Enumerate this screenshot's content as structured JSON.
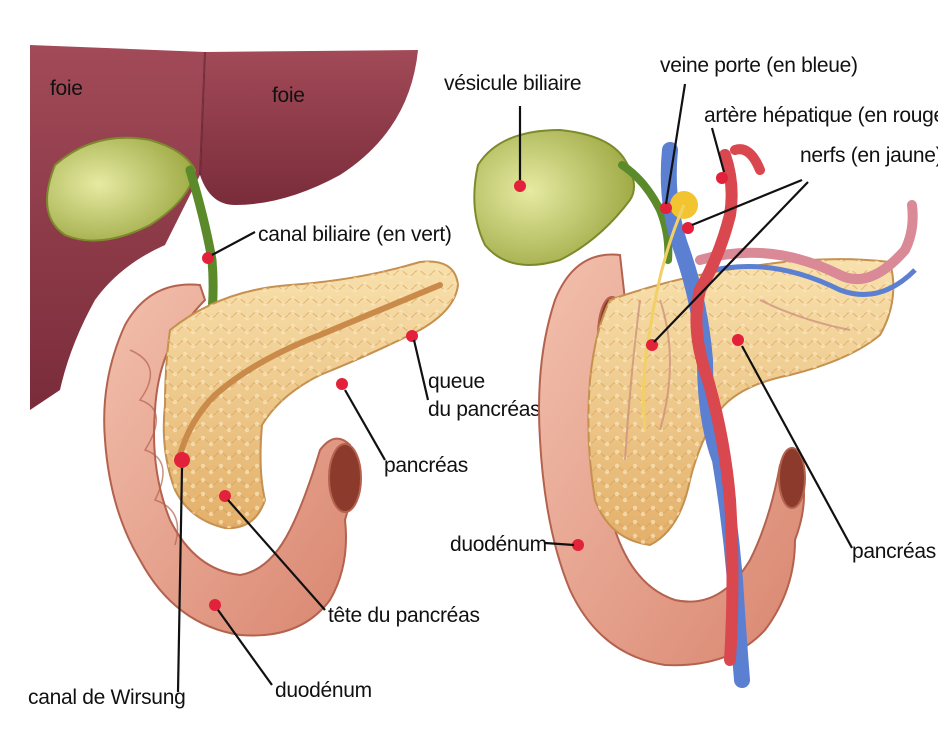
{
  "colors": {
    "liver": "#8e3a48",
    "liver_dark": "#6e2533",
    "gallbladder": "#b8c25a",
    "bile_duct": "#5b8a2a",
    "pancreas": "#f2cf8f",
    "pancreas_dark": "#d9a35e",
    "duodenum": "#e8a58f",
    "duodenum_dark": "#c9705a",
    "vein_blue": "#5b7fd1",
    "artery_red": "#d9474f",
    "nerve_yellow": "#f2c530",
    "marker_red": "#e2223a",
    "label_text": "#111111"
  },
  "left_figure": {
    "labels": {
      "foie_left": "foie",
      "foie_right": "foie",
      "canal_biliaire": "canal biliaire (en vert)",
      "queue_line1": "queue",
      "queue_line2": "du pancréas",
      "pancreas": "pancréas",
      "tete": "tête du pancréas",
      "duodenum": "duodénum",
      "wirsung": "canal de Wirsung"
    }
  },
  "right_figure": {
    "labels": {
      "vesicule": "vésicule biliaire",
      "veine_porte": "veine porte (en bleue)",
      "artere": "artère hépatique (en rouge)",
      "nerfs": "nerfs (en jaune)",
      "duodenum": "duodénum",
      "pancreas": "pancréas"
    }
  }
}
